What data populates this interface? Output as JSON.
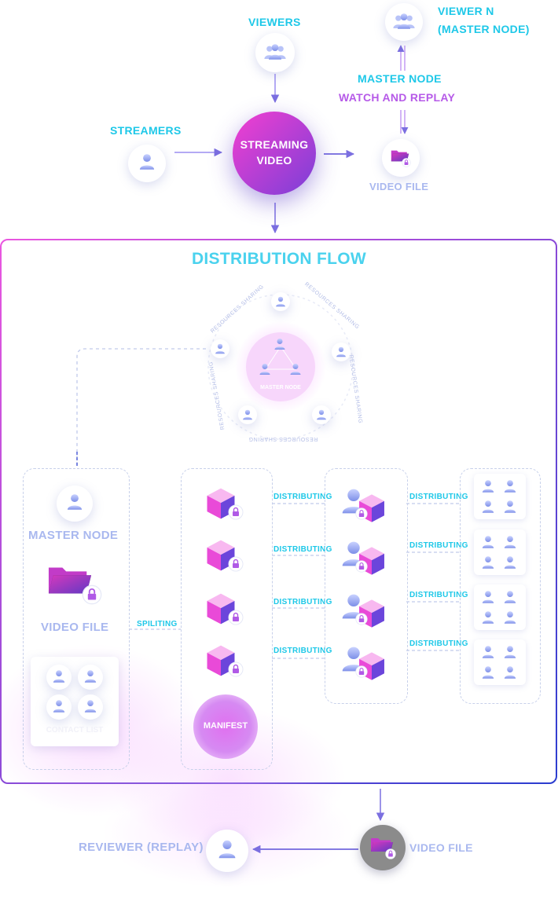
{
  "top": {
    "viewers": "VIEWERS",
    "viewer_n_line1": "VIEWER N",
    "viewer_n_line2": "(MASTER NODE)",
    "streamers": "STREAMERS",
    "streaming_video_line1": "STREAMING",
    "streaming_video_line2": "VIDEO",
    "master_node": "MASTER NODE",
    "watch_and_replay": "WATCH AND REPLAY",
    "video_file": "VIDEO FILE"
  },
  "distribution": {
    "title": "DISTRIBUTION FLOW",
    "hub_label": "MASTER NODE",
    "resources_sharing": "RESOURCES SHARING",
    "left_panel": {
      "master_node": "MASTER NODE",
      "video_file": "VIDEO FILE",
      "contact_list": "CONTACT LIST"
    },
    "spliting": "SPILITING",
    "manifest": "MANIFEST",
    "distributing": [
      "DISTRIBUTING",
      "DISTRIBUTING",
      "DISTRIBUTING",
      "DISTRIBUTING"
    ],
    "distributing_right": [
      "DISTRIBUTING",
      "DISTRIBUTING",
      "DISTRIBUTING",
      "DISTRIBUTING"
    ]
  },
  "bottom": {
    "reviewer": "REVIEWER (REPLAY)",
    "video_file": "VIDEO FILE"
  },
  "colors": {
    "cyan": "#1ec8e8",
    "violet": "#b65ae8",
    "magenta": "#e23ad6",
    "purple": "#6a3fd8",
    "frame_blue": "#2a3ccf"
  },
  "icons": [
    "user-icon",
    "users-group-icon",
    "folder-lock-icon",
    "cube-lock-icon",
    "user-cube-icon"
  ]
}
